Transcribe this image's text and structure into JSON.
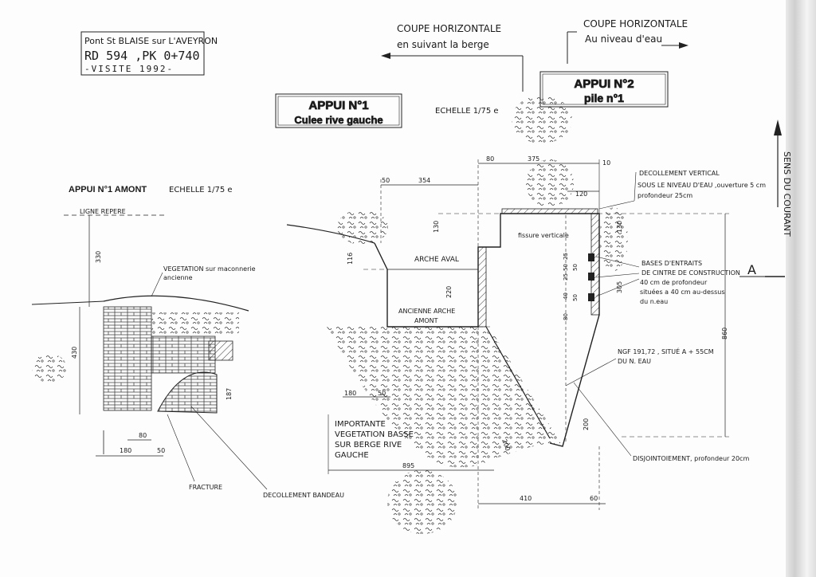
{
  "title_block": {
    "line1": "Pont St BLAISE sur L'AVEYRON",
    "line2": "RD 594  ,PK 0+740",
    "line3": "-VISITE  1992-"
  },
  "sections": {
    "coupe_berge_title": "COUPE HORIZONTALE",
    "coupe_berge_sub": "en suivant la berge",
    "coupe_eau_title": "COUPE HORIZONTALE",
    "coupe_eau_sub": "Au niveau d'eau"
  },
  "boxes": {
    "appui1_title": "APPUI N°1",
    "appui1_sub": "Culee rive gauche",
    "appui2_title": "APPUI N°2",
    "appui2_sub": "pile n°1"
  },
  "scales": {
    "echelle_main": "ECHELLE 1/75 e",
    "amont_title": "APPUI N°1 AMONT",
    "echelle_amont": "ECHELLE 1/75 e"
  },
  "side": {
    "sens_du_courant": "SENS DU COURANT",
    "section_marker": "A"
  },
  "labels": {
    "ligne_repere": "LIGNE REPERE",
    "vegetation_line1": "VEGETATION sur maconnerie",
    "vegetation_line2": "ancienne",
    "fracture": "FRACTURE",
    "decollement_bandeau": "DECOLLEMENT BANDEAU",
    "arche_aval": "ARCHE AVAL",
    "ancienne_arche1": "ANCIENNE ARCHE",
    "ancienne_arche2": "AMONT",
    "fissure": "fissure verticale",
    "vegetation_basse1": "IMPORTANTE",
    "vegetation_basse2": "VEGETATION BASSE",
    "vegetation_basse3": "SUR BERGE RIVE",
    "vegetation_basse4": "GAUCHE",
    "decol_vert1": "DECOLLEMENT VERTICAL",
    "decol_vert2": "SOUS LE NIVEAU D'EAU ,ouverture 5 cm",
    "decol_vert3": "profondeur 25cm",
    "bases1": "BASES D'ENTRAITS",
    "bases2": "DE CINTRE DE CONSTRUCTION",
    "bases3": "40 cm de profondeur",
    "bases4": "situées  a  40 cm au-dessus",
    "bases5": "du n.eau",
    "ngf1": "NGF 191,72 , SITUÉ A + 55CM",
    "ngf2": "DU N. EAU",
    "disjoint": "DISJOINTOIEMENT,    profondeur 20cm"
  },
  "dimensions": {
    "d330": "330",
    "d430": "430",
    "d187": "187",
    "d80a": "80",
    "d180a": "180",
    "d50a": "50",
    "d50b": "50",
    "d354": "354",
    "d80b": "80",
    "d375": "375",
    "d10": "10",
    "d120": "120",
    "d130a": "130",
    "d116": "116",
    "d220": "220",
    "d130b": "130",
    "d25a": "25",
    "d50c": "50",
    "d25b": "25",
    "d50d": "50",
    "d40": "40",
    "d50e": "50",
    "d80c": "80",
    "d305": "305",
    "d860": "860",
    "d180b": "180",
    "d50f": "50",
    "d895": "895",
    "d200a": "200",
    "d200b": "200",
    "d410": "410",
    "d60": "60"
  }
}
